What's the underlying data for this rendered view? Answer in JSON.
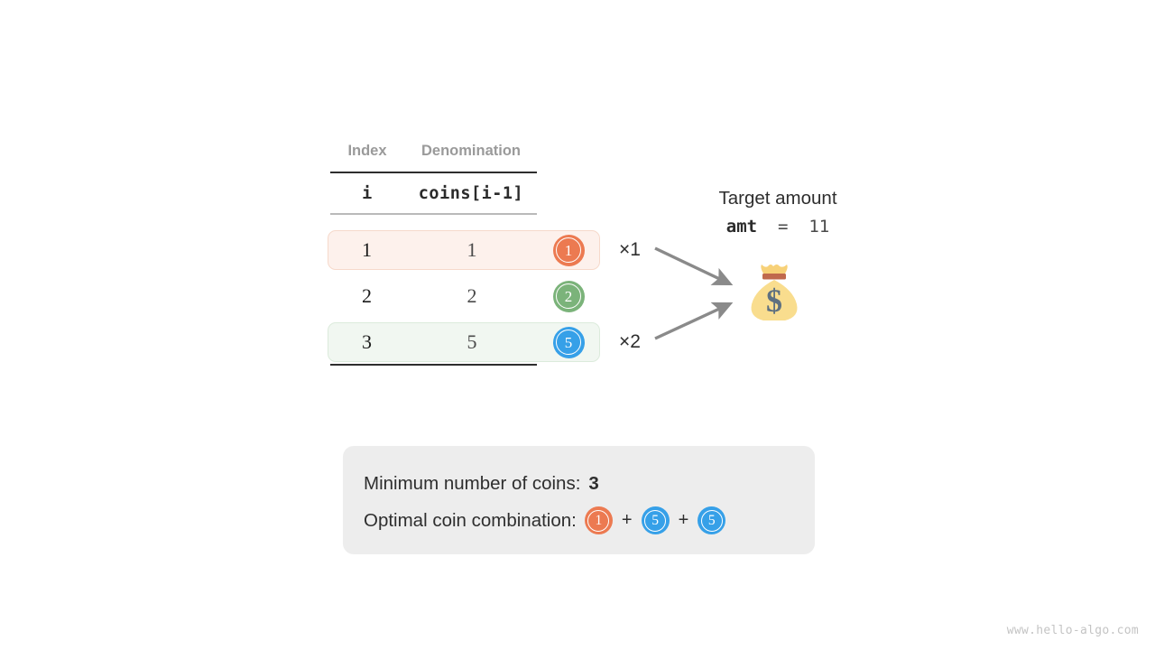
{
  "table": {
    "headers": {
      "index": "Index",
      "denomination": "Denomination"
    },
    "variables": {
      "index": "i",
      "denomination": "coins[i-1]"
    },
    "rows": [
      {
        "index": "1",
        "denomination": "1",
        "coin_label": "1",
        "coin_color": "#ec7a51",
        "highlight": "orange",
        "multiplier": "×1"
      },
      {
        "index": "2",
        "denomination": "2",
        "coin_label": "2",
        "coin_color": "#7bb37a",
        "highlight": "none",
        "multiplier": ""
      },
      {
        "index": "3",
        "denomination": "5",
        "coin_label": "5",
        "coin_color": "#36a0e8",
        "highlight": "green",
        "multiplier": "×2"
      }
    ]
  },
  "target": {
    "label": "Target amount",
    "var_name": "amt",
    "equals": "=",
    "value": "11",
    "bag_icon": "money-bag-icon"
  },
  "result": {
    "min_coins_label": "Minimum number of coins:",
    "min_coins_value": "3",
    "combination_label": "Optimal coin combination:",
    "combination": [
      {
        "label": "1",
        "color": "#ec7a51"
      },
      {
        "label": "5",
        "color": "#36a0e8"
      },
      {
        "label": "5",
        "color": "#36a0e8"
      }
    ],
    "plus": "+"
  },
  "watermark": "www.hello-algo.com",
  "colors": {
    "orange": "#ec7a51",
    "green": "#7bb37a",
    "blue": "#36a0e8",
    "panel_bg": "#ededed",
    "row_orange_bg": "#fdf1ec",
    "row_green_bg": "#f1f7f1",
    "arrow": "#8a8a8a"
  }
}
